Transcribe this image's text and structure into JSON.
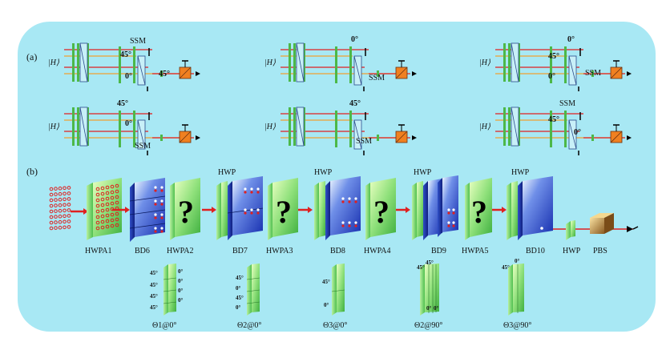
{
  "panel_a": {
    "label": "(a)",
    "input_state": "|H⟩",
    "setups": [
      {
        "labels": [
          "SSM",
          "45°",
          "0°",
          "45°"
        ]
      },
      {
        "labels": [
          "0°",
          "SSM"
        ]
      },
      {
        "labels": [
          "0°",
          "45°",
          "0°",
          "SSM"
        ]
      },
      {
        "labels": [
          "45°",
          "0°",
          "SSM"
        ]
      },
      {
        "labels": [
          "45°",
          "SSM"
        ]
      },
      {
        "labels": [
          "SSM",
          "45°",
          "0°"
        ]
      }
    ]
  },
  "panel_b": {
    "label": "(b)",
    "components": {
      "hwpa1": "HWPA1",
      "bd6": "BD6",
      "hwpa2": "HWPA2",
      "hwp1": "HWP",
      "bd7": "BD7",
      "hwpa3": "HWPA3",
      "hwp2": "HWP",
      "bd8": "BD8",
      "hwpa4": "HWPA4",
      "hwp3": "HWP",
      "bd9": "BD9",
      "hwpa5": "HWPA5",
      "hwp4": "HWP",
      "bd10": "BD10",
      "hwp5": "HWP",
      "pbs": "PBS"
    },
    "question_mark": "?",
    "arrays": [
      {
        "caption": "Θ1@0°",
        "left": [
          "45°",
          "45°",
          "45°",
          "45°"
        ],
        "right": [
          "0°",
          "0°",
          "0°",
          "0°"
        ]
      },
      {
        "caption": "Θ2@0°",
        "left": [
          "45°",
          "0°",
          "45°",
          "0°"
        ]
      },
      {
        "caption": "Θ3@0°",
        "left": [
          "45°",
          "0°"
        ]
      },
      {
        "caption": "Θ2@90°",
        "top": [
          "45°",
          "45°"
        ],
        "bottom": [
          "0°",
          "0°"
        ]
      },
      {
        "caption": "Θ3@90°",
        "top": [
          "45°",
          "0°"
        ]
      }
    ]
  },
  "colors": {
    "background": "#a8e8f4",
    "beam_red": "#e02020",
    "beam_orange": "#f0a030",
    "plate_green": "#7fd870",
    "bd_blue": "#2040c0"
  }
}
